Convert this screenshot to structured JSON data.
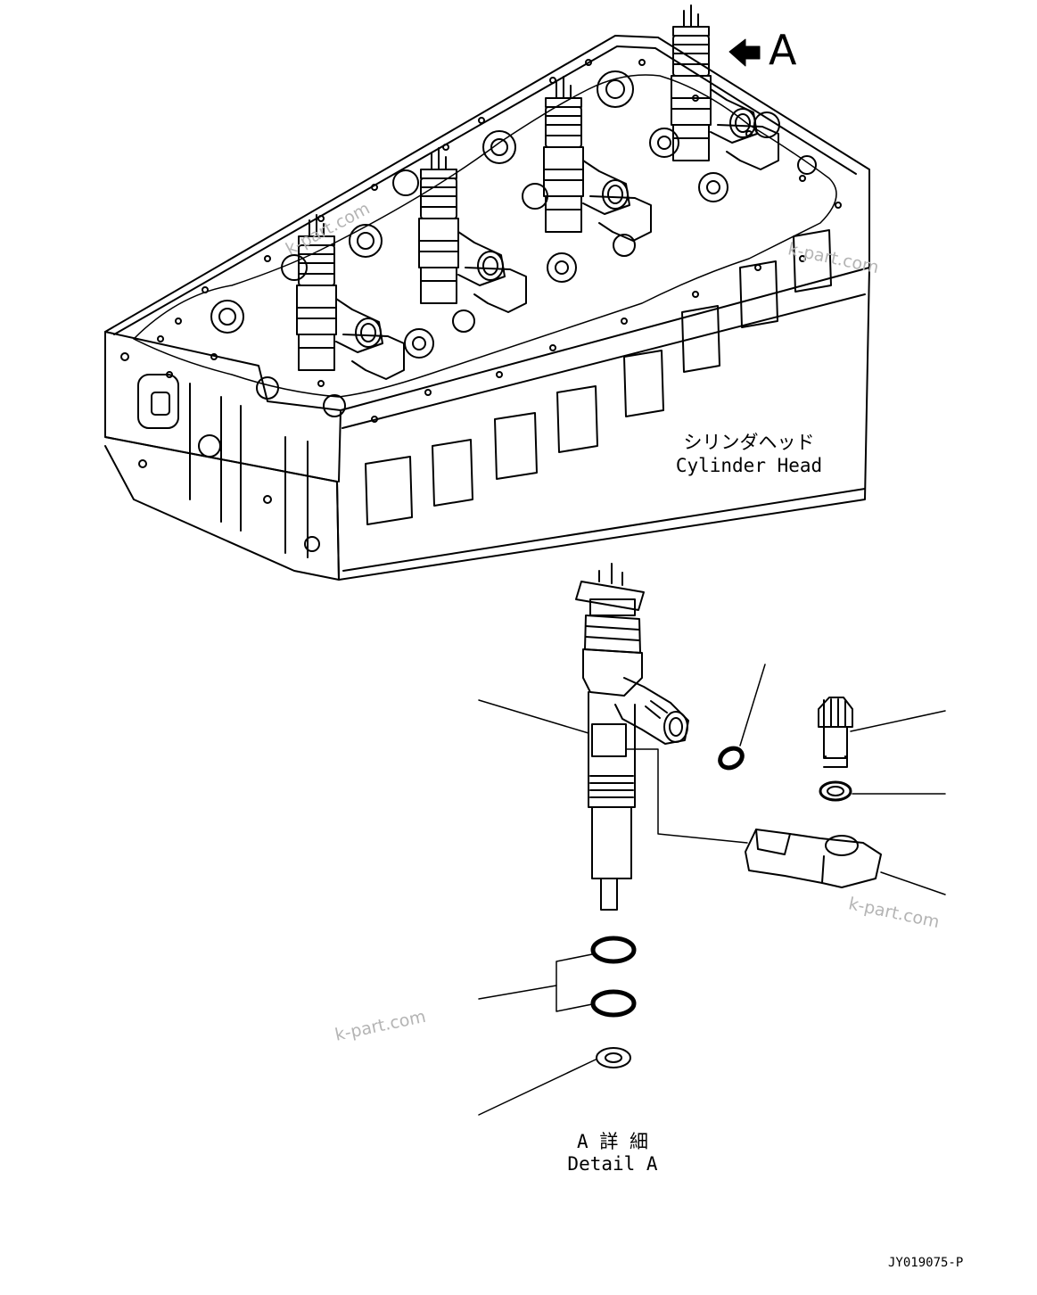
{
  "view_marker": {
    "letter": "A"
  },
  "cylinder_head_label": {
    "jp": "シリンダヘッド",
    "en": "Cylinder Head"
  },
  "detail_label": {
    "jp": "A 詳 細",
    "en": "Detail A"
  },
  "document_number": "JY019075-P",
  "watermarks": [
    "k-part.com",
    "k-part.com",
    "k-part.com",
    "k-part.com"
  ]
}
